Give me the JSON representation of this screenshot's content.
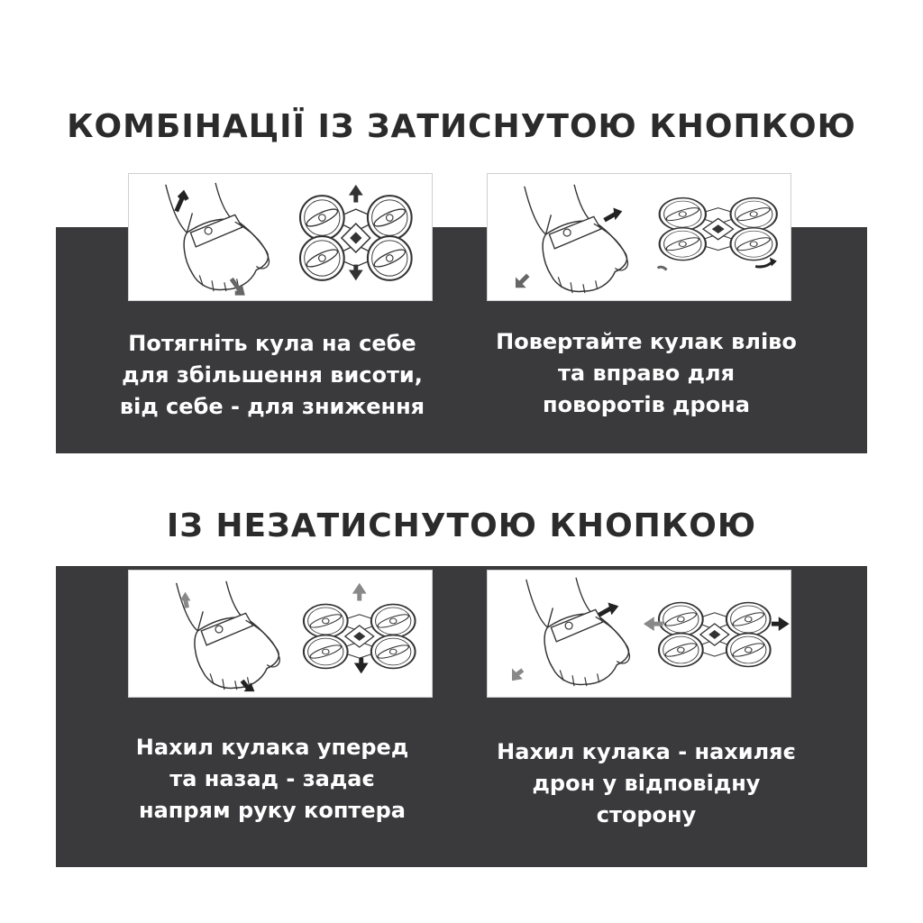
{
  "headings": {
    "with_button": "КОМБІНАЦІЇ ІЗ ЗАТИСНУТОЮ КНОПКОЮ",
    "without_button": "ІЗ НЕЗАТИСНУТОЮ КНОПКОЮ"
  },
  "captions": {
    "altitude": [
      "Потягніть кула на себе",
      "для збільшення висоти,",
      "від себе - для зниження"
    ],
    "turns": [
      "Повертайте кулак вліво",
      "та вправо для",
      "поворотів дрона"
    ],
    "direction": [
      "Нахил кулака уперед",
      "та назад - задає",
      "напрям руку коптера"
    ],
    "tilt": [
      "Нахил кулака - нахиляє",
      "дрон у відповідну",
      "сторону"
    ]
  },
  "icons": [
    "hand-with-controller-icon",
    "quadcopter-drone-icon",
    "arrow-icon"
  ],
  "colors": {
    "panel": "#3a3a3c",
    "heading": "#2b2b2b",
    "caption": "#ffffff"
  }
}
